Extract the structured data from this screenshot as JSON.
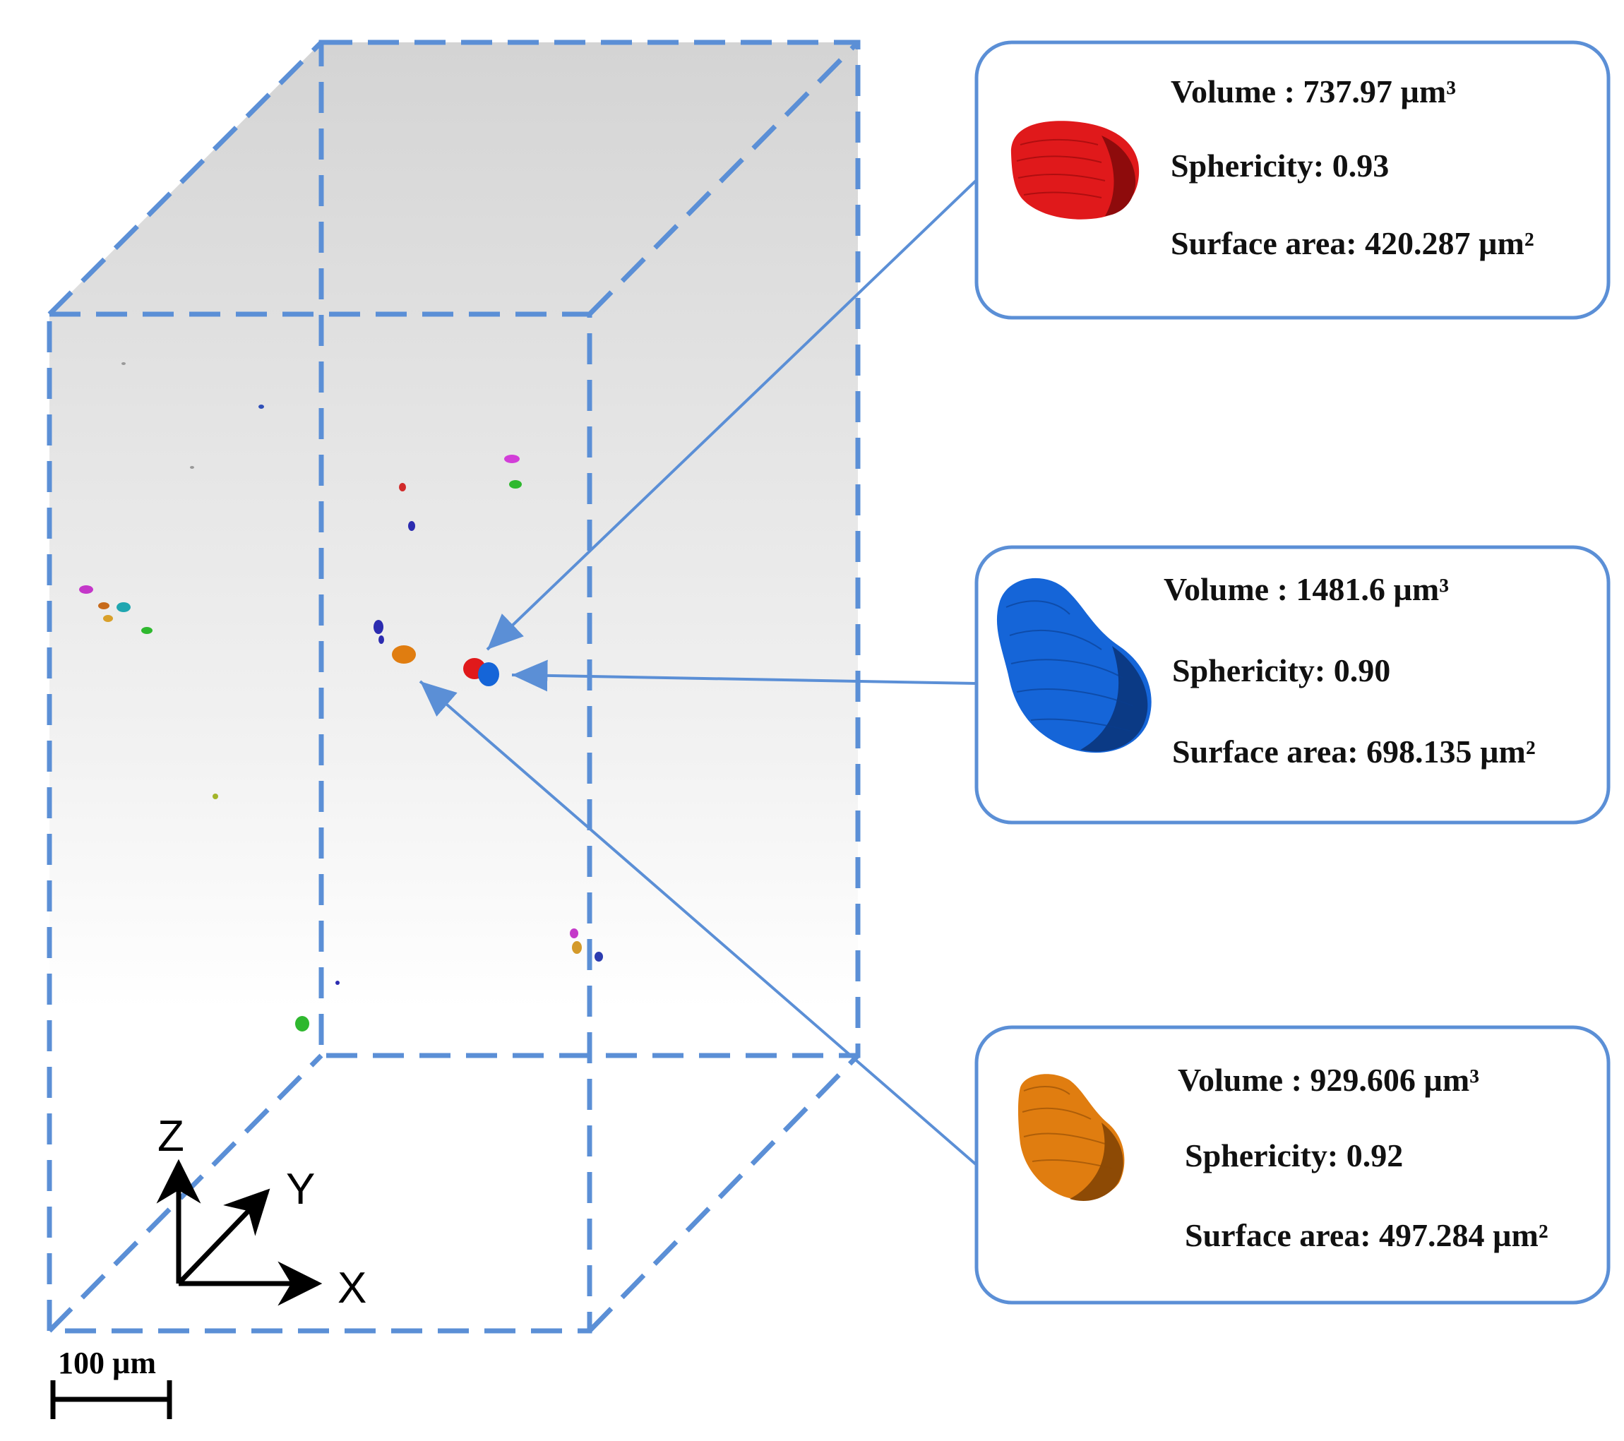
{
  "particles": [
    {
      "id": "red",
      "color": "#e0191b",
      "dark": "#8e0b0c",
      "volume_label": "Volume : 737.97 µm³",
      "sphericity_label": "Sphericity: 0.93",
      "surface_label": "Surface area: 420.287 µm²"
    },
    {
      "id": "blue",
      "color": "#1565d8",
      "dark": "#0b3a85",
      "volume_label": "Volume : 1481.6 µm³",
      "sphericity_label": "Sphericity: 0.90",
      "surface_label": "Surface area: 698.135 µm²"
    },
    {
      "id": "orange",
      "color": "#e07d10",
      "dark": "#8d4a05",
      "volume_label": "Volume : 929.606 µm³",
      "sphericity_label": "Sphericity:  0.92",
      "surface_label": "Surface area: 497.284 µm²"
    }
  ],
  "axes": {
    "z": "Z",
    "y": "Y",
    "x": "X"
  },
  "scale_bar": {
    "label": "100 µm"
  },
  "colors": {
    "box_line": "#5b8fd6",
    "arrow": "#5b8fd6",
    "card_border": "#5b8fd6",
    "gradient_top": "#d6d6d6",
    "gradient_bottom": "#ffffff"
  }
}
